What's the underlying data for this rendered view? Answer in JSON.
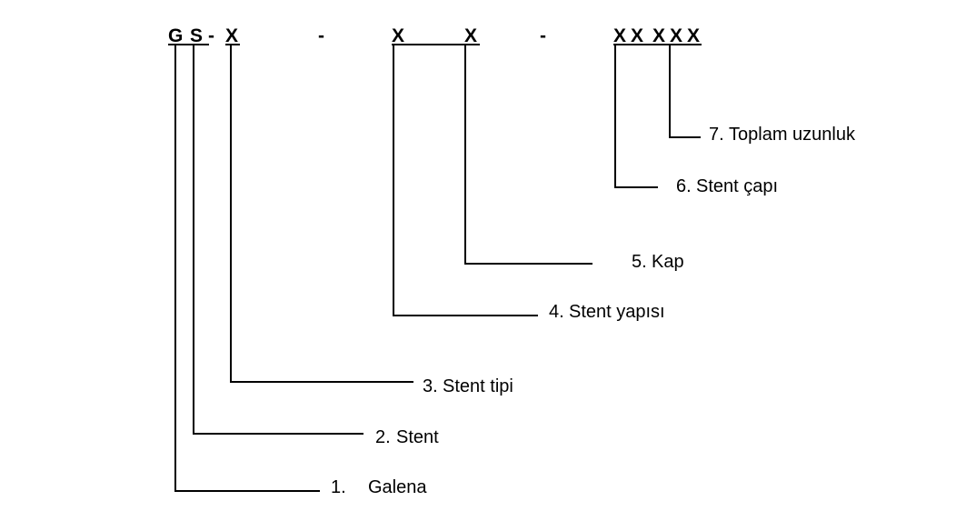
{
  "code": {
    "chars": [
      "G",
      "S",
      "-",
      "X",
      "-",
      "X",
      "X",
      "-",
      "X",
      "X",
      "X",
      "X",
      "X"
    ]
  },
  "labels": [
    {
      "number": "1.",
      "text": "Galena"
    },
    {
      "number": "2.",
      "text": "Stent"
    },
    {
      "number": "3.",
      "text": "Stent tipi"
    },
    {
      "number": "4.",
      "text": "Stent yapısı"
    },
    {
      "number": "5.",
      "text": "Kap"
    },
    {
      "number": "6.",
      "text": "Stent çapı"
    },
    {
      "number": "7.",
      "text": "Toplam uzunluk"
    }
  ]
}
